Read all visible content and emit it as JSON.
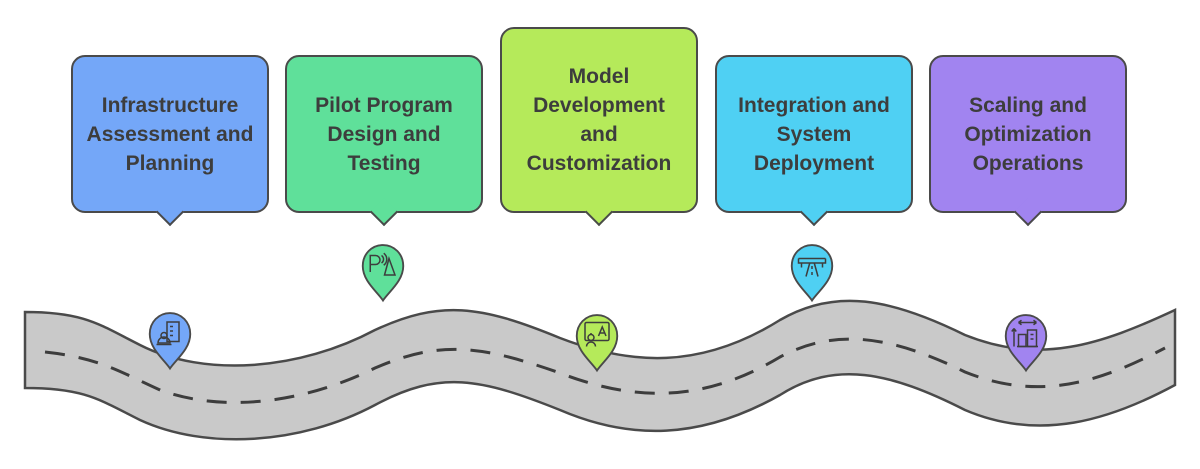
{
  "steps": [
    {
      "label": "Infrastructure Assessment and Planning",
      "color": "#74a7f8",
      "icon": "engineer-building-icon"
    },
    {
      "label": "Pilot Program Design and Testing",
      "color": "#5fe09a",
      "icon": "parking-signal-cone-icon"
    },
    {
      "label": "Model Development and Customization",
      "color": "#b5ea5a",
      "icon": "robot-screen-icon"
    },
    {
      "label": "Integration and System Deployment",
      "color": "#4fd0f3",
      "icon": "highway-overpass-icon"
    },
    {
      "label": "Scaling and Optimization Operations",
      "color": "#a184f0",
      "icon": "scaling-buildings-icon"
    }
  ],
  "colors": {
    "road": "#c9c9c9",
    "outline": "#4a4a4a",
    "dash": "#3d3d3d"
  }
}
